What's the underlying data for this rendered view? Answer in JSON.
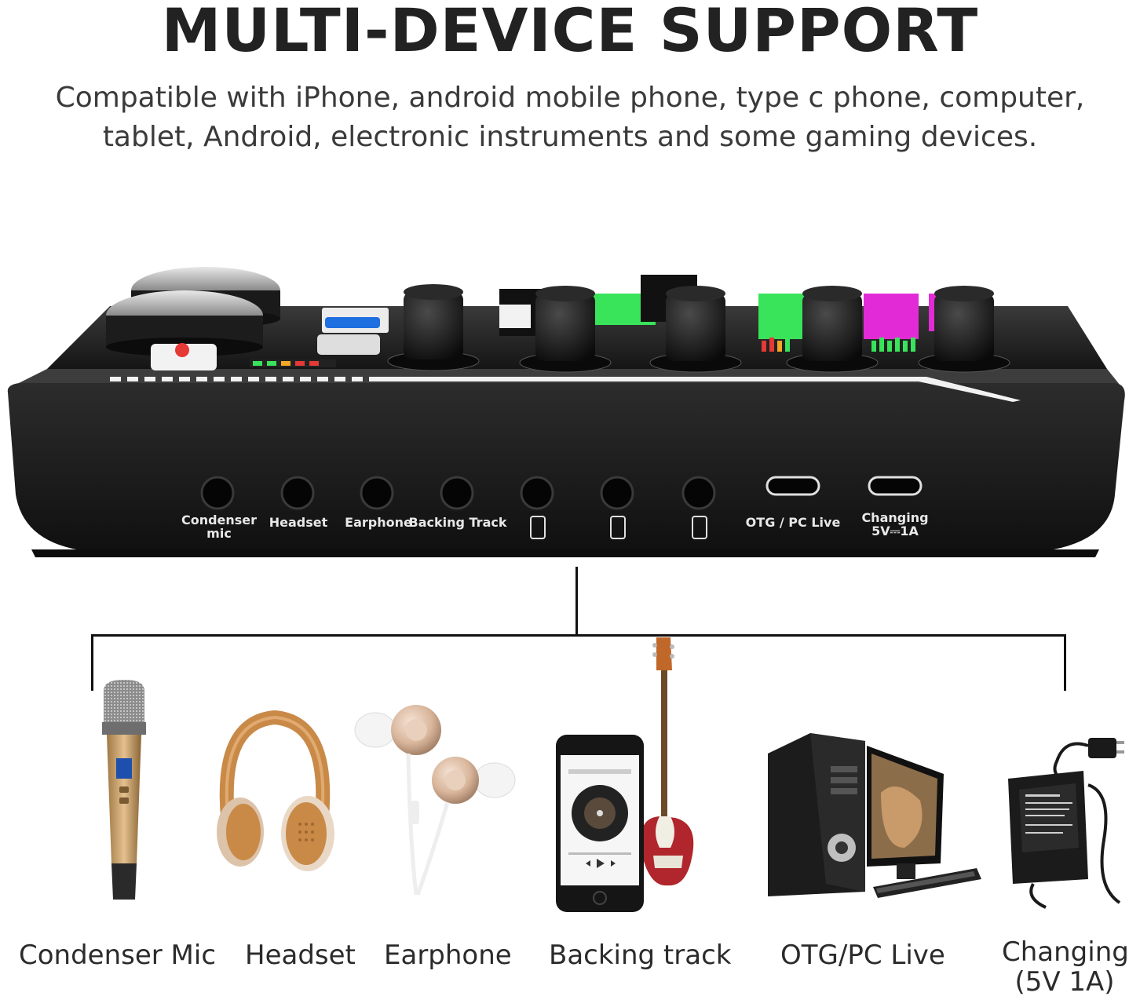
{
  "title": "MULTI-DEVICE SUPPORT",
  "subtitle_line1": "Compatible with iPhone, android mobile phone, type c phone, computer,",
  "subtitle_line2": "tablet, Android, electronic instruments and some gaming devices.",
  "ports": [
    {
      "line1": "Condenser",
      "line2": "mic"
    },
    {
      "line1": "Headset",
      "line2": ""
    },
    {
      "line1": "Earphone",
      "line2": ""
    },
    {
      "line1": "Backing Track",
      "line2": ""
    },
    {
      "line1": "OTG / PC Live",
      "line2": ""
    },
    {
      "line1": "Changing",
      "line2": "5V⎓1A"
    }
  ],
  "captions": {
    "condenser_mic": "Condenser Mic",
    "headset": "Headset",
    "earphone": "Earphone",
    "backing_track": "Backing track",
    "otg_pc_live": "OTG/PC Live",
    "changing_line1": "Changing",
    "changing_line2": "(5V 1A)"
  },
  "colors": {
    "device_body": "#1c1c1c",
    "knob": "#141414",
    "accent_red": "#e53935",
    "accent_green": "#39e35a",
    "accent_magenta": "#e22bd6",
    "accent_blue": "#1e6fe0",
    "headset_leather": "#c98a48",
    "rose_gold": "#d8b59a",
    "mic_gold": "#c9a06a"
  }
}
